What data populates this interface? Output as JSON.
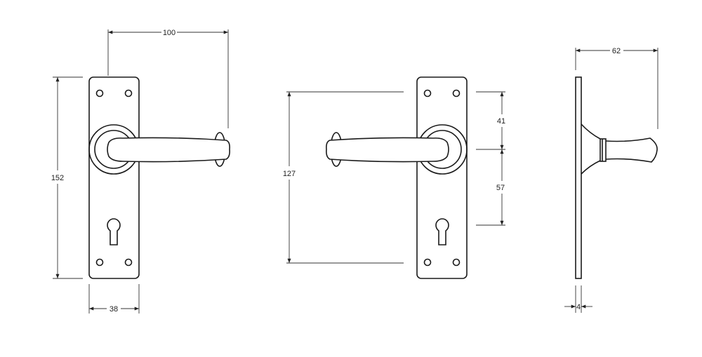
{
  "diagram": {
    "front_view": {
      "dimensions": {
        "projection": "100",
        "height": "152",
        "width": "38"
      }
    },
    "rear_view": {
      "dimensions": {
        "centres": "127",
        "top_to_spindle": "41",
        "spindle_to_keyhole": "57"
      }
    },
    "side_view": {
      "dimensions": {
        "projection": "62",
        "thickness": "4"
      }
    },
    "line_color": "#1a1a1a"
  }
}
